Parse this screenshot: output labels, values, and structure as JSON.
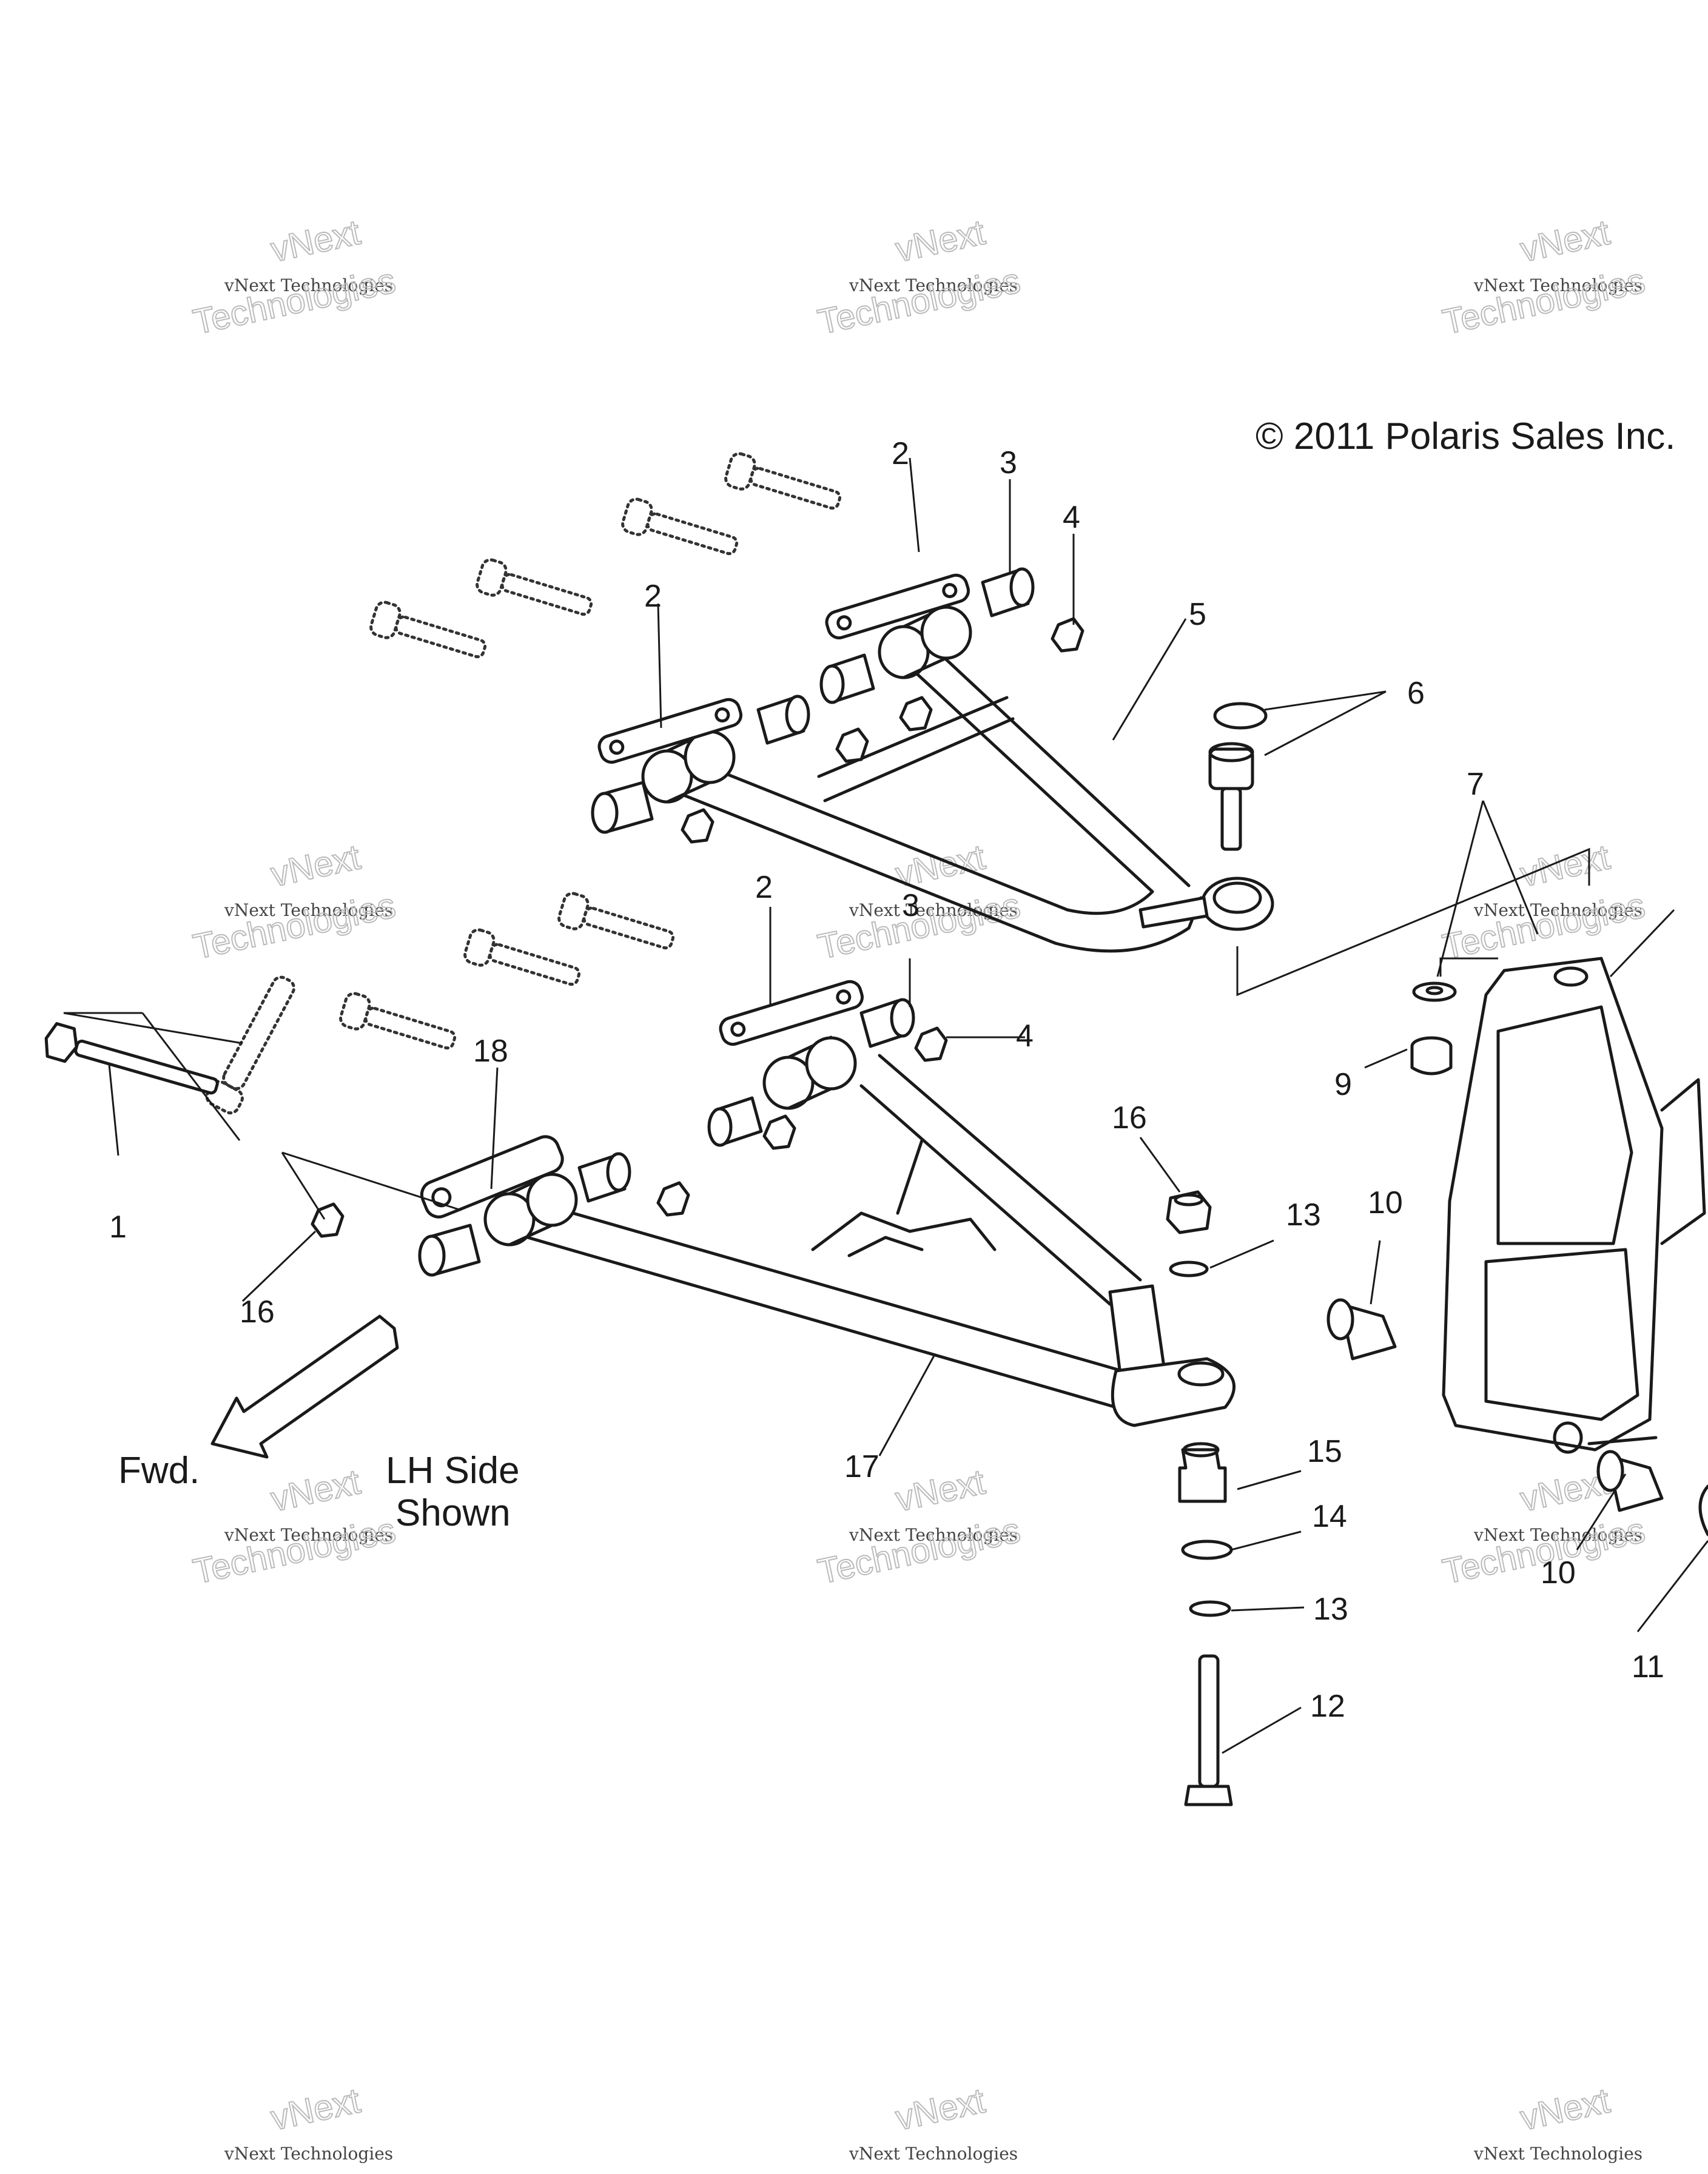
{
  "copyright": "© 2011 Polaris Sales Inc.",
  "direction_label": "Fwd.",
  "view_note_line1": "LH Side",
  "view_note_line2": "Shown",
  "watermark": {
    "line1": "vNext Technologies",
    "line2": "vNext",
    "line3": "Technologies"
  },
  "callouts": {
    "c1": "1",
    "c2a": "2",
    "c2b": "2",
    "c2c": "2",
    "c3a": "3",
    "c3b": "3",
    "c4a": "4",
    "c4b": "4",
    "c5": "5",
    "c6": "6",
    "c7": "7",
    "c9": "9",
    "c10a": "10",
    "c10b": "10",
    "c11": "11",
    "c12": "12",
    "c13a": "13",
    "c13b": "13",
    "c14": "14",
    "c15": "15",
    "c16a": "16",
    "c16b": "16",
    "c17": "17",
    "c18": "18"
  }
}
